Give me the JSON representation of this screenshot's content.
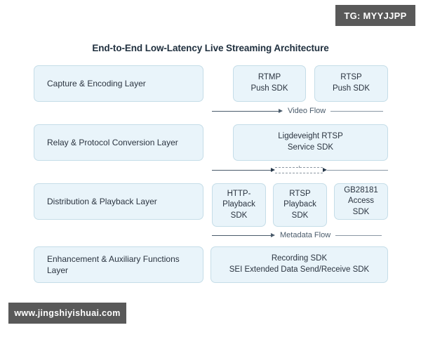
{
  "watermarks": {
    "top_right": "TG: MYYJJPP",
    "bottom_left": "www.jingshiyishuai.com"
  },
  "diagram": {
    "title": "End-to-End Low-Latency Live Streaming Architecture",
    "type": "layered-architecture",
    "colors": {
      "box_fill": "#e9f4fa",
      "box_border": "#c5dde8",
      "text": "#2b3440",
      "title": "#20303f",
      "connector": "#4a5b6b",
      "watermark_bg": "#595959"
    },
    "layers": [
      {
        "name": "Capture & Encoding Layer",
        "components": [
          {
            "line1": "RTMP",
            "line2": "Push SDK"
          },
          {
            "line1": "RTSP",
            "line2": "Push SDK"
          }
        ]
      },
      {
        "name": "Relay & Protocol Conversion Layer",
        "components": [
          {
            "line1": "Ligdeveight RTSP",
            "line2": "Service SDK"
          }
        ]
      },
      {
        "name": "Distribution & Playback Layer",
        "components": [
          {
            "line1": "HTTP-",
            "line2": "Playback",
            "line3": "SDK"
          },
          {
            "line1": "RTSP",
            "line2": "Playback",
            "line3": "SDK"
          },
          {
            "line1": "GB28181",
            "line2": "Access SDK"
          }
        ]
      },
      {
        "name": "Enhancement & Auxiliary Functions Layer",
        "components": [
          {
            "line1": "Recording SDK",
            "line2": "SEI Extended Data Send/Receive SDK"
          }
        ]
      }
    ],
    "connectors": [
      {
        "label": "Video Flow",
        "style": "solid-arrow"
      },
      {
        "label": "",
        "style": "solid-arrow-dashed-arrow"
      },
      {
        "label": "Metadata Flow",
        "style": "solid-arrow"
      }
    ]
  }
}
